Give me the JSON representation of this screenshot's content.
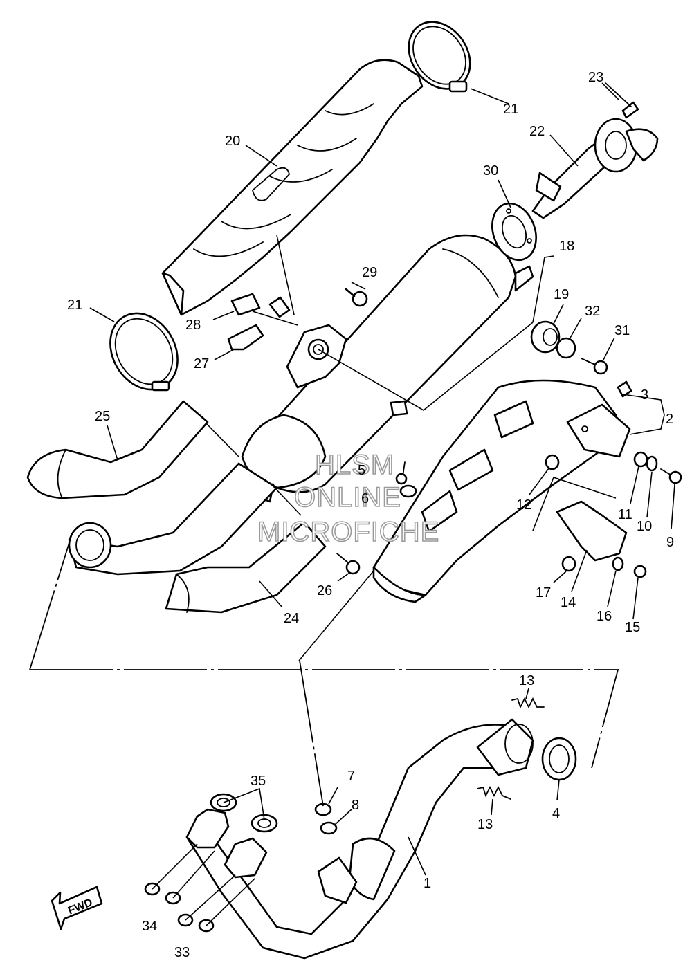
{
  "watermark": {
    "line1": "HLSM",
    "line2": "ONLINE",
    "line3": "MICROFICHE"
  },
  "fwd_label": "FWD",
  "callouts": {
    "c1": "1",
    "c2": "2",
    "c3": "3",
    "c4": "4",
    "c5": "5",
    "c6": "6",
    "c7": "7",
    "c8": "8",
    "c9": "9",
    "c10": "10",
    "c11": "11",
    "c12": "12",
    "c13a": "13",
    "c13b": "13",
    "c14": "14",
    "c15": "15",
    "c16": "16",
    "c17": "17",
    "c18": "18",
    "c19": "19",
    "c20": "20",
    "c21a": "21",
    "c21b": "21",
    "c22": "22",
    "c23": "23",
    "c24": "24",
    "c25": "25",
    "c26": "26",
    "c27": "27",
    "c28": "28",
    "c29": "29",
    "c30": "30",
    "c31": "31",
    "c32": "32",
    "c33": "33",
    "c34": "34",
    "c35": "35"
  }
}
